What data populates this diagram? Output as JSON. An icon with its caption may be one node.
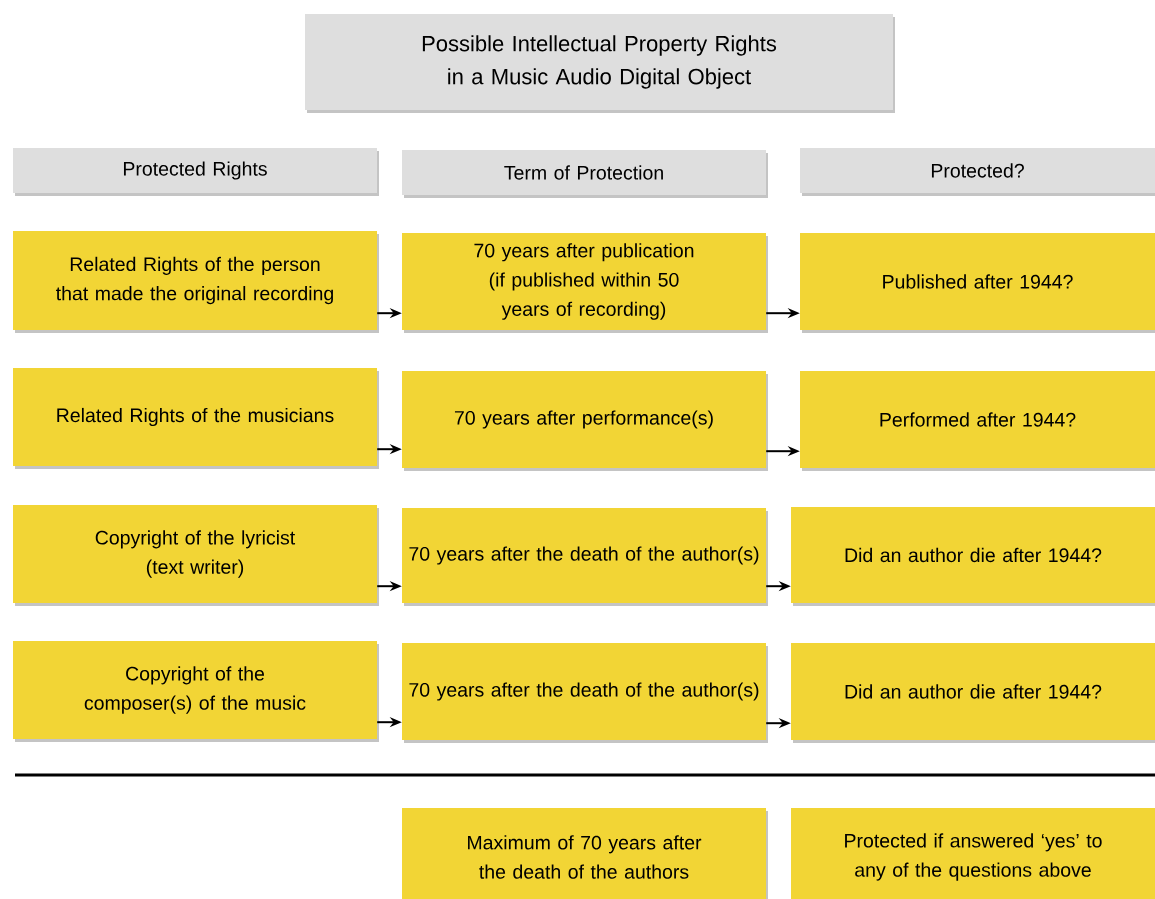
{
  "diagram": {
    "nodes": [
      {
        "text": [
          "Possible Intellectual Property Rights in a Music Audio Digital Object"
        ]
      },
      {
        "text": [
          "Protected Rights"
        ]
      },
      {
        "text": [
          "Term of Protection"
        ]
      },
      {
        "text": [
          "Protected?"
        ]
      },
      {
        "text": [
          "Related Rights of the person that made the original recording"
        ]
      },
      {
        "text": [
          "70 years after publication",
          "(if published within 50 years of recording)"
        ]
      },
      {
        "text": [
          "Published after 1944?"
        ]
      },
      {
        "text": [
          "Related Rights of the musicians"
        ]
      },
      {
        "text": [
          "70 years after performance(s)"
        ]
      },
      {
        "text": [
          "Performed after 1944?"
        ]
      },
      {
        "text": [
          "Copyright of the lyricist",
          "(text writer)"
        ]
      },
      {
        "text": [
          "70 years after the death of the author(s)"
        ]
      },
      {
        "text": [
          "Did an author die after 1944?"
        ]
      },
      {
        "text": [
          "Copyright of the composer(s) of the music"
        ]
      },
      {
        "text": [
          "70 years after the death of the author(s)"
        ]
      },
      {
        "text": [
          "Did an author die after 1944?"
        ]
      },
      {
        "text": [
          "Maximum of 70 years after the death of the authors"
        ]
      },
      {
        "text": [
          "Protected if answered ‘yes’ to any of the questions above"
        ]
      }
    ],
    "edges": [
      {
        "from": 4,
        "to": 5,
        "arrow": "to"
      },
      {
        "from": 5,
        "to": 6,
        "arrow": "to"
      },
      {
        "from": 7,
        "to": 8,
        "arrow": "to"
      },
      {
        "from": 8,
        "to": 9,
        "arrow": "to"
      },
      {
        "from": 10,
        "to": 11,
        "arrow": "to"
      },
      {
        "from": 11,
        "to": 12,
        "arrow": "to"
      },
      {
        "from": 13,
        "to": 14,
        "arrow": "to"
      },
      {
        "from": 14,
        "to": 15,
        "arrow": "to"
      }
    ]
  }
}
